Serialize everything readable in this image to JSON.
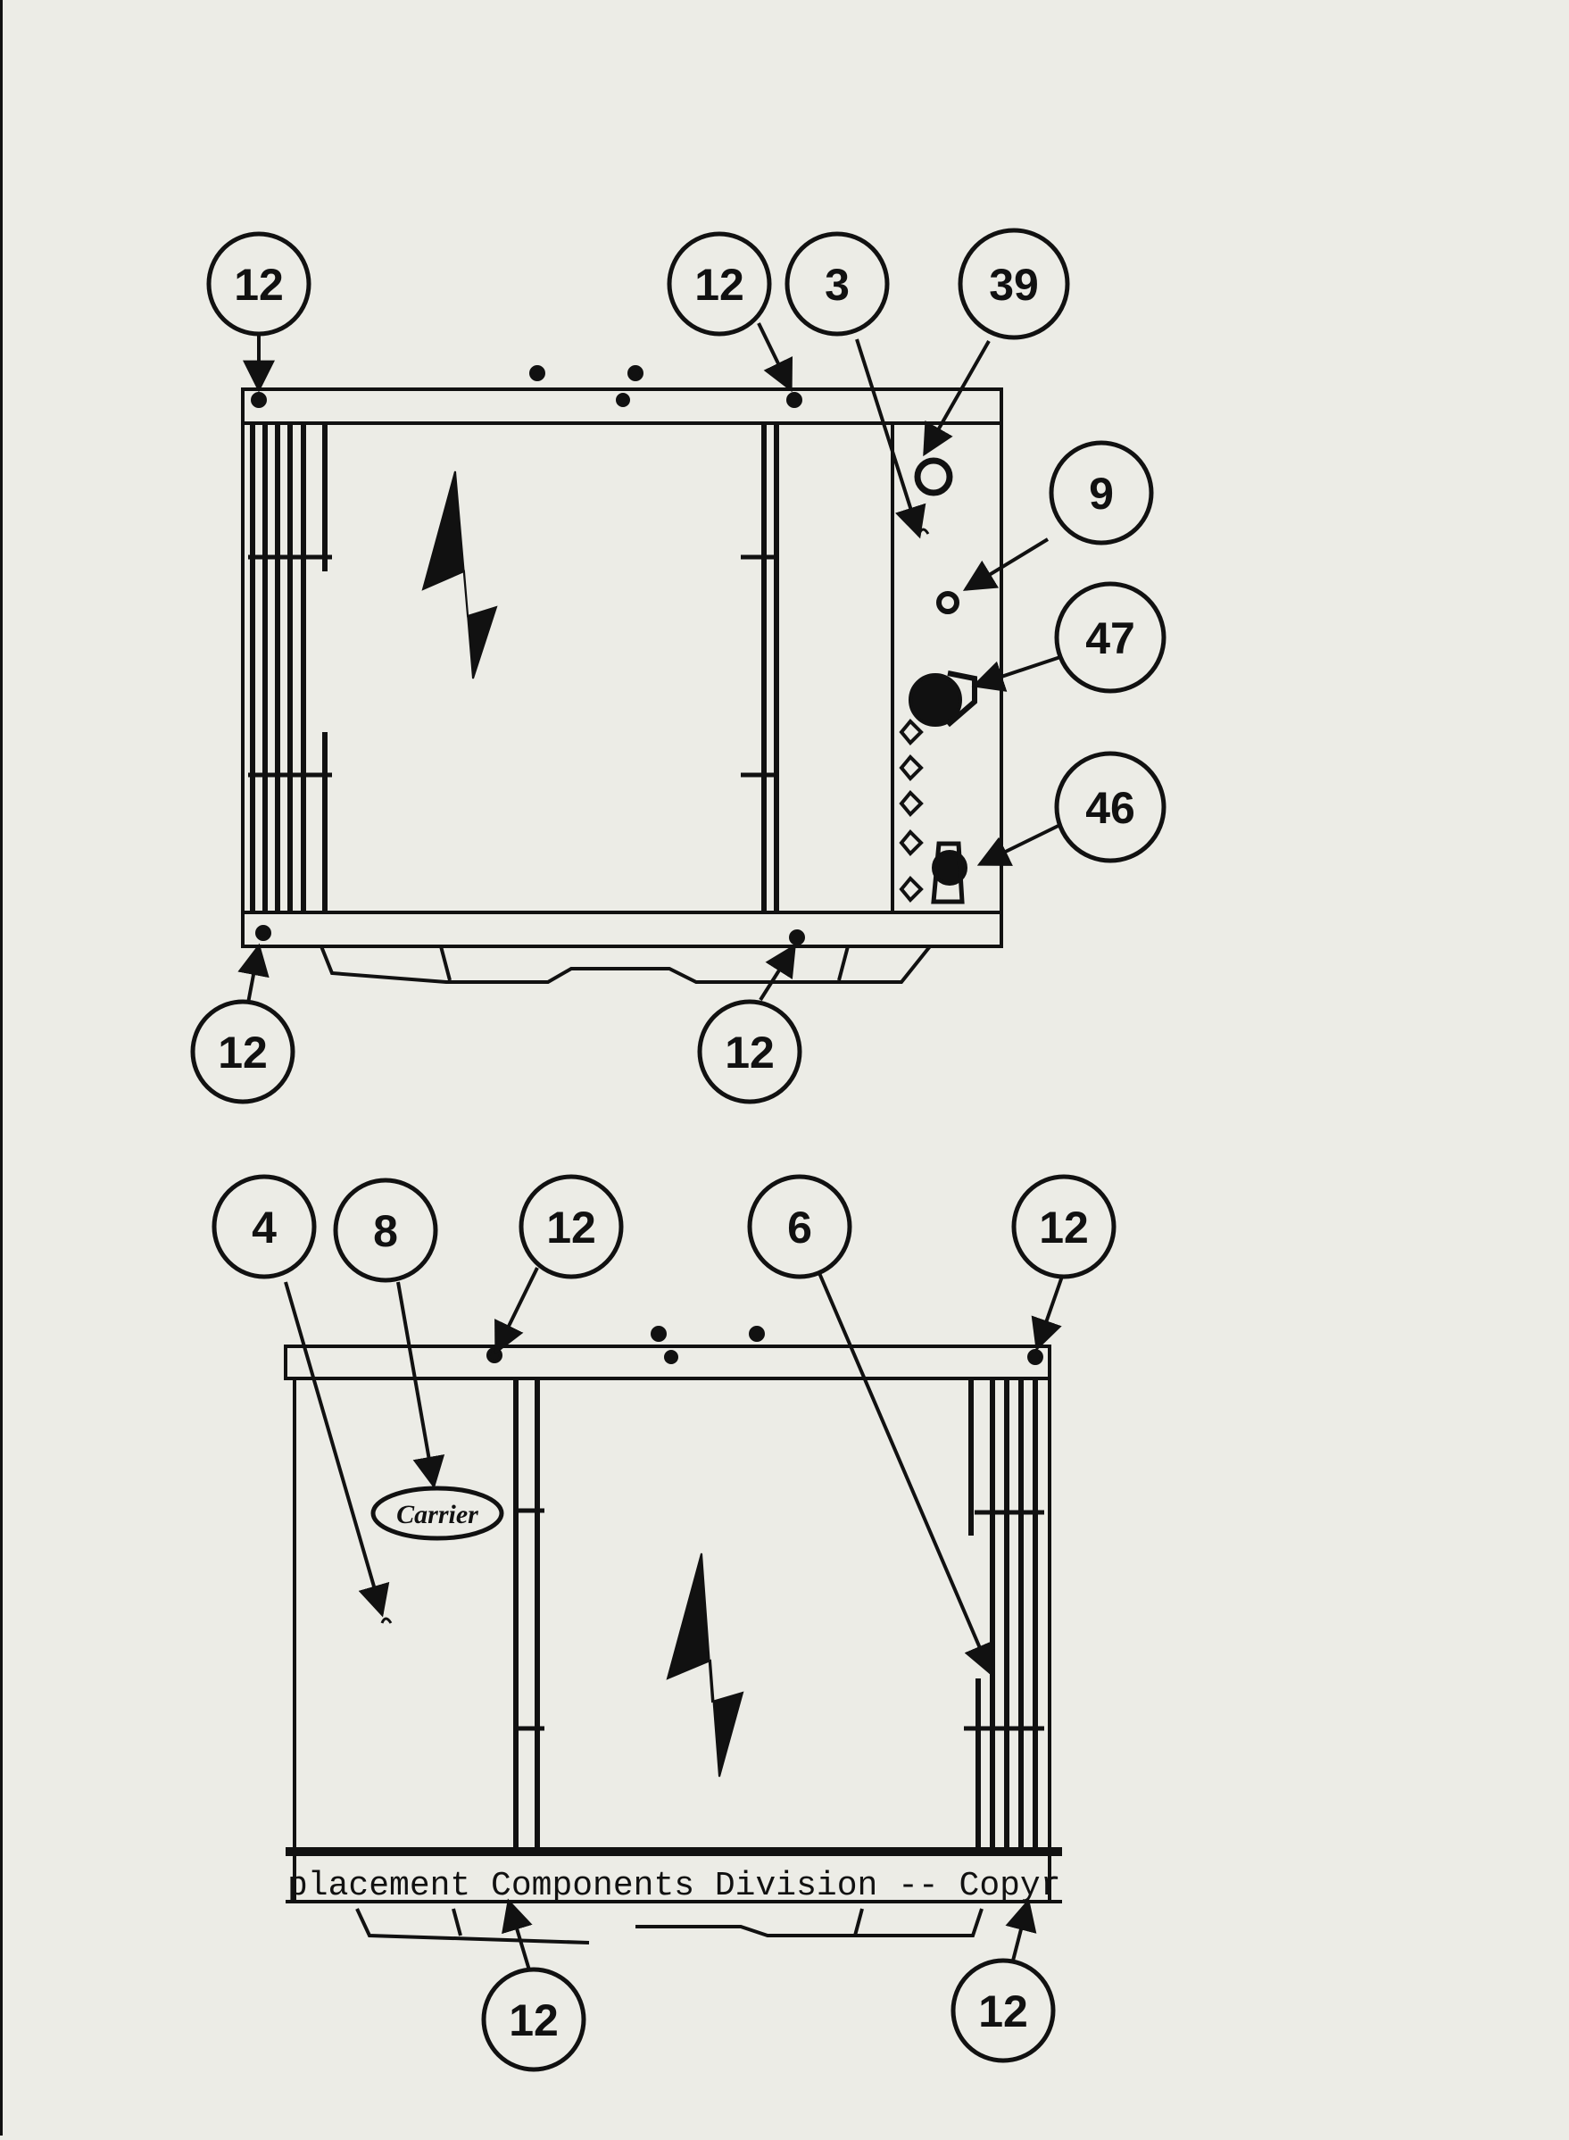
{
  "top_view": {
    "callouts": [
      "12",
      "12",
      "3",
      "39",
      "9",
      "47",
      "46",
      "12",
      "12"
    ]
  },
  "bottom_view": {
    "callouts": [
      "4",
      "8",
      "12",
      "6",
      "12",
      "12",
      "12"
    ],
    "logo_text": "Carrier",
    "strip_text": "placement Components Division -- Copyr"
  },
  "colors": {
    "ink": "#111111",
    "paper": "#ecece6"
  },
  "icons": [
    "carrier-logo-icon",
    "lightning-bolt-icon"
  ]
}
